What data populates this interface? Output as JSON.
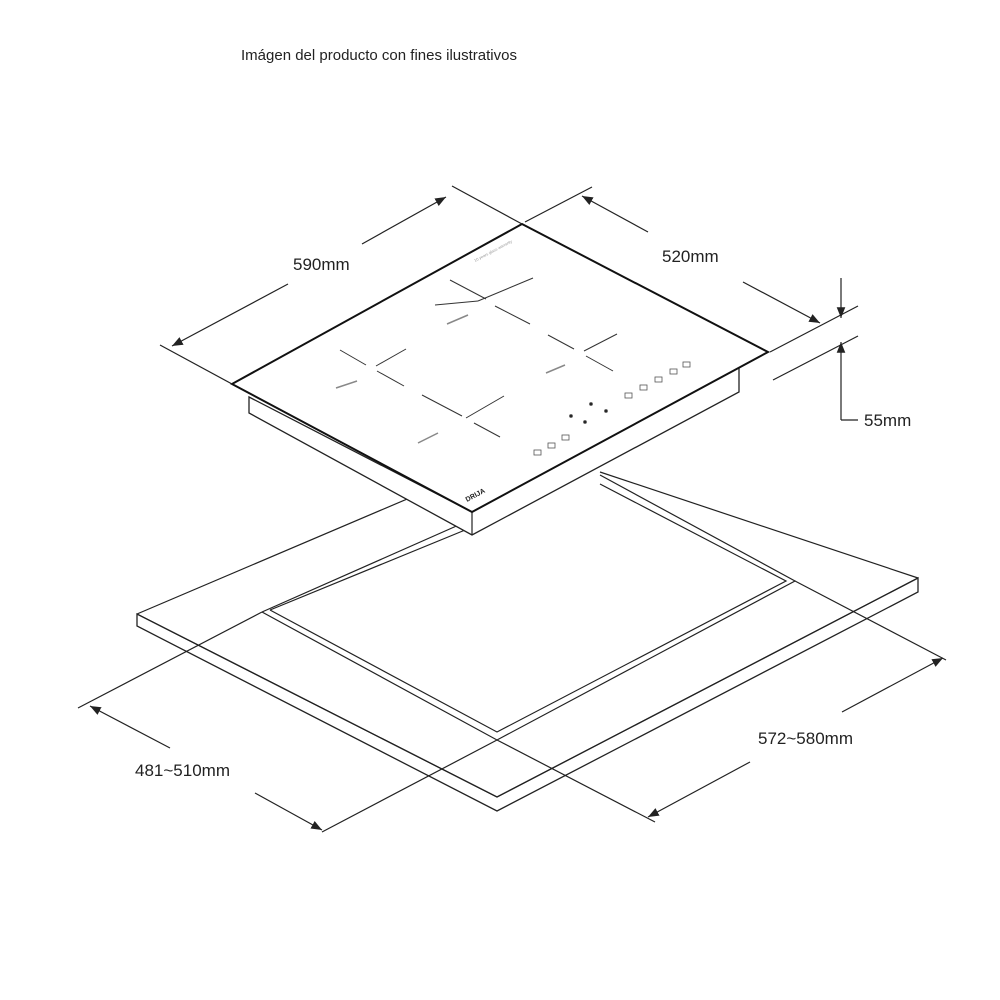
{
  "caption": "Imágen del producto con fines ilustrativos",
  "dimensions": {
    "width": "590mm",
    "depth": "520mm",
    "height": "55mm",
    "cutout_depth": "481~510mm",
    "cutout_width": "572~580mm"
  },
  "hob": {
    "brand": "DRIJA",
    "warranty_text": "10 years glass warranty"
  }
}
